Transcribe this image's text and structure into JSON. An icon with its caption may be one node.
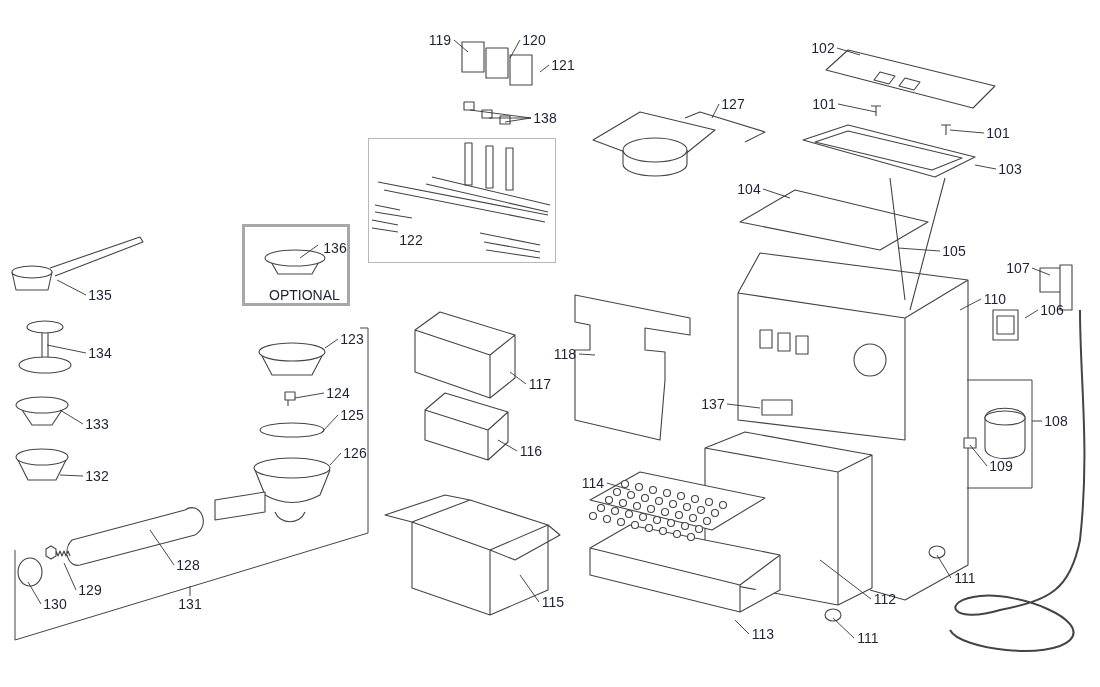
{
  "diagram": {
    "nodes": [
      {
        "text": [
          "119"
        ]
      },
      {
        "text": [
          "120"
        ]
      },
      {
        "text": [
          "121"
        ]
      },
      {
        "text": [
          "138"
        ]
      },
      {
        "text": [
          "127"
        ]
      },
      {
        "text": [
          "102"
        ]
      },
      {
        "text": [
          "101"
        ]
      },
      {
        "text": [
          "101"
        ]
      },
      {
        "text": [
          "103"
        ]
      },
      {
        "text": [
          "104"
        ]
      },
      {
        "text": [
          "105"
        ]
      },
      {
        "text": [
          "OPTIONAL"
        ]
      },
      {
        "text": [
          "136"
        ],
        "in": 11
      },
      {
        "text": [
          "122"
        ]
      },
      {
        "text": [
          "135"
        ]
      },
      {
        "text": [
          "134"
        ]
      },
      {
        "text": [
          "133"
        ]
      },
      {
        "text": [
          "132"
        ]
      },
      {
        "text": [
          "123"
        ]
      },
      {
        "text": [
          "124"
        ]
      },
      {
        "text": [
          "125"
        ]
      },
      {
        "text": [
          "126"
        ]
      },
      {
        "text": [
          "128"
        ]
      },
      {
        "text": [
          "129"
        ]
      },
      {
        "text": [
          "130"
        ]
      },
      {
        "text": [
          "107"
        ]
      },
      {
        "text": [
          "110"
        ]
      },
      {
        "text": [
          "106"
        ]
      },
      {
        "text": [
          "117"
        ]
      },
      {
        "text": [
          "118"
        ]
      },
      {
        "text": [
          "137"
        ]
      },
      {
        "text": [
          "116"
        ]
      },
      {
        "text": [
          "109"
        ]
      },
      {
        "text": [
          "114"
        ]
      },
      {
        "text": [
          "112"
        ]
      },
      {
        "text": [
          "111"
        ]
      },
      {
        "text": [
          "115"
        ]
      },
      {
        "text": [
          "113"
        ]
      },
      {
        "text": [
          "111"
        ]
      }
    ],
    "edges": [
      {
        "from": 0,
        "to": null,
        "arrow": "none"
      },
      {
        "from": 1,
        "to": null,
        "arrow": "none"
      },
      {
        "from": 2,
        "to": null,
        "arrow": "none"
      },
      {
        "from": 3,
        "to": null,
        "arrow": "none"
      },
      {
        "from": 3,
        "to": null,
        "arrow": "none"
      },
      {
        "from": 3,
        "to": null,
        "arrow": "none"
      },
      {
        "from": 4,
        "to": null,
        "arrow": "none"
      },
      {
        "from": 5,
        "to": null,
        "arrow": "none"
      },
      {
        "from": 6,
        "to": null,
        "arrow": "none"
      },
      {
        "from": 7,
        "to": null,
        "arrow": "none"
      },
      {
        "from": 8,
        "to": null,
        "arrow": "none"
      },
      {
        "from": 9,
        "to": null,
        "arrow": "none"
      },
      {
        "from": 10,
        "to": null,
        "arrow": "none"
      },
      {
        "from": 12,
        "to": null,
        "arrow": "none"
      },
      {
        "from": 14,
        "to": null,
        "arrow": "none"
      },
      {
        "from": 15,
        "to": null,
        "arrow": "none"
      },
      {
        "from": 16,
        "to": null,
        "arrow": "none"
      },
      {
        "from": 17,
        "to": null,
        "arrow": "none"
      },
      {
        "from": 18,
        "to": null,
        "arrow": "none"
      },
      {
        "from": 19,
        "to": null,
        "arrow": "none"
      },
      {
        "from": 20,
        "to": null,
        "arrow": "none"
      },
      {
        "from": 21,
        "to": null,
        "arrow": "none"
      },
      {
        "from": 22,
        "to": null,
        "arrow": "none"
      },
      {
        "from": 23,
        "to": null,
        "arrow": "none"
      },
      {
        "from": 24,
        "to": null,
        "arrow": "none"
      },
      {
        "from": 25,
        "to": null,
        "arrow": "none"
      },
      {
        "from": 26,
        "to": null,
        "arrow": "none"
      },
      {
        "from": 27,
        "to": null,
        "arrow": "none"
      },
      {
        "from": 28,
        "to": null,
        "arrow": "none"
      },
      {
        "from": 29,
        "to": null,
        "arrow": "none"
      },
      {
        "from": 30,
        "to": null,
        "arrow": "none"
      },
      {
        "from": 31,
        "to": null,
        "arrow": "none"
      },
      {
        "from": 32,
        "to": null,
        "arrow": "none"
      },
      {
        "from": 33,
        "to": null,
        "arrow": "none"
      },
      {
        "from": 34,
        "to": null,
        "arrow": "none"
      },
      {
        "from": 35,
        "to": null,
        "arrow": "none"
      },
      {
        "from": 36,
        "to": null,
        "arrow": "none"
      },
      {
        "from": 37,
        "to": null,
        "arrow": "none"
      },
      {
        "from": 38,
        "to": null,
        "arrow": "none"
      }
    ],
    "labels": [
      "131",
      "108"
    ]
  }
}
